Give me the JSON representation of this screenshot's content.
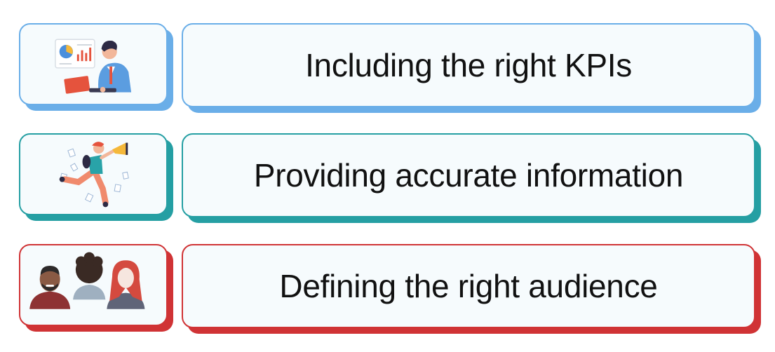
{
  "rows": [
    {
      "label": "Including the right KPIs",
      "accent": "#6aaee8",
      "icon": "analyst-with-dashboard-illustration"
    },
    {
      "label": "Providing accurate information",
      "accent": "#259fa3",
      "icon": "person-with-megaphone-illustration"
    },
    {
      "label": "Defining the right audience",
      "accent": "#d03335",
      "icon": "audience-avatars-illustration"
    }
  ]
}
